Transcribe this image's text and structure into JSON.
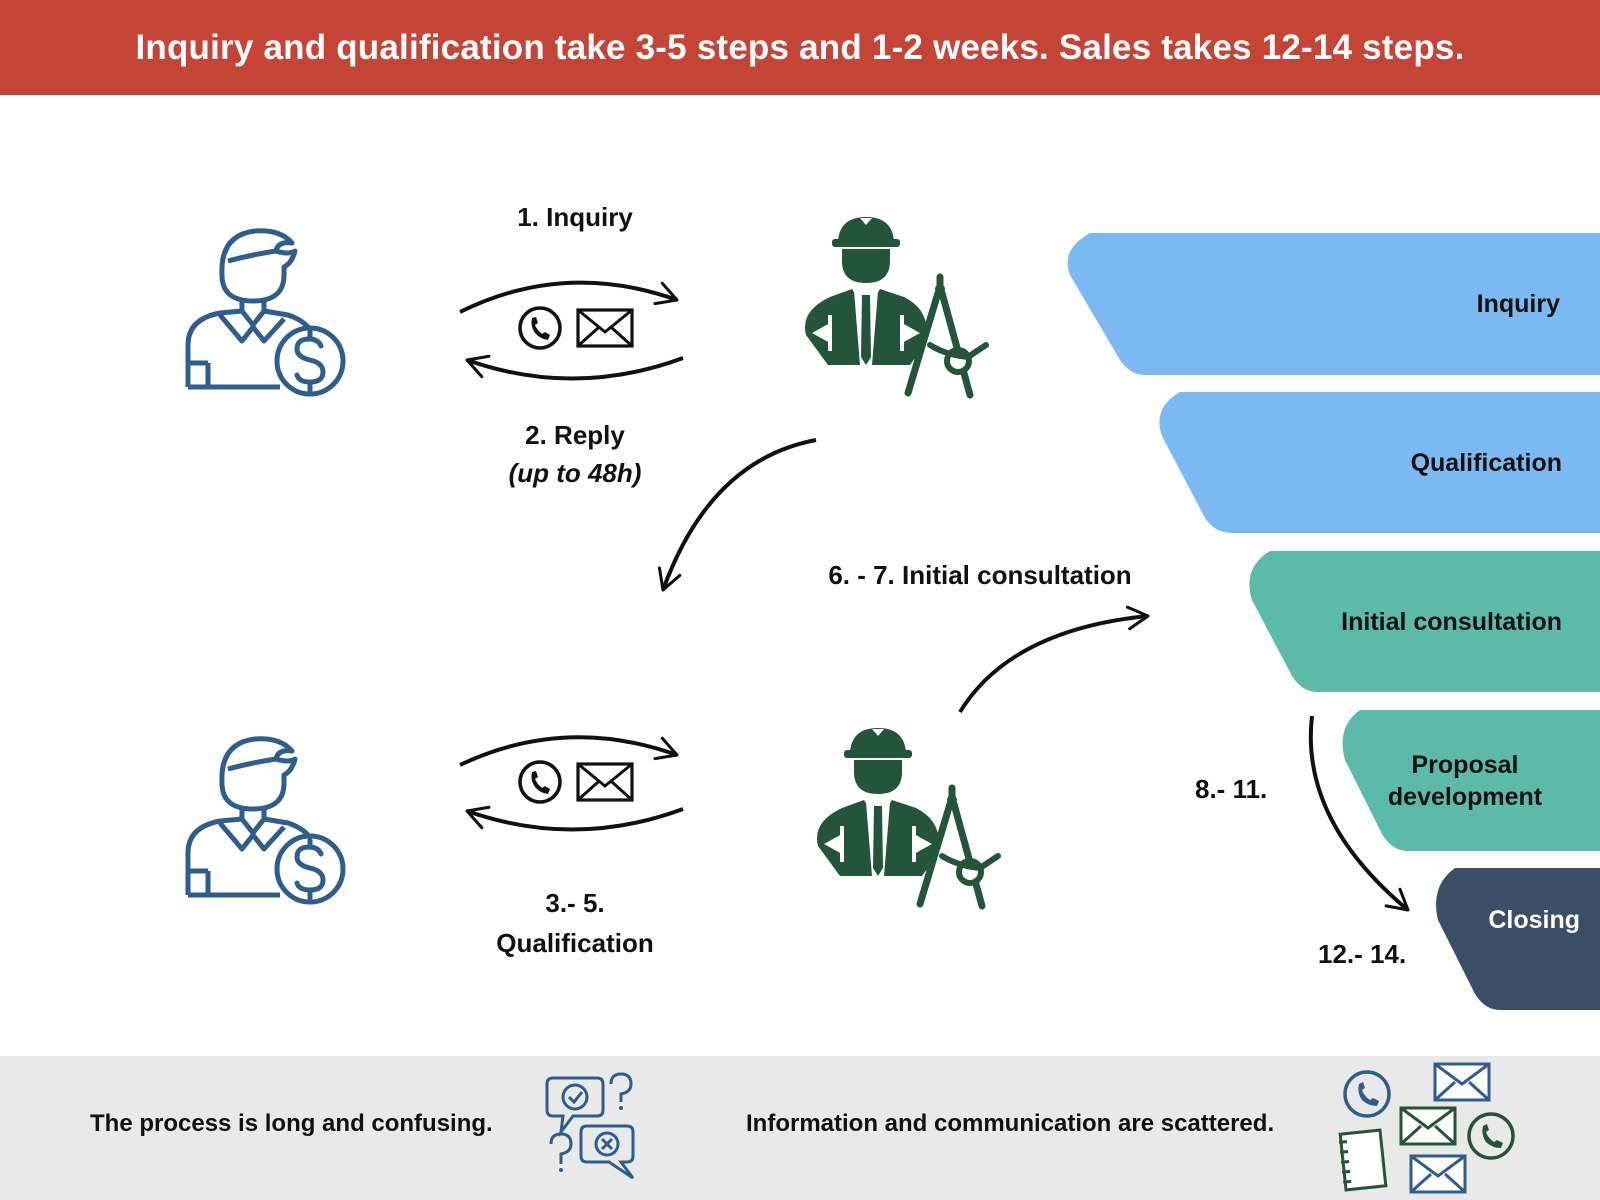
{
  "banner": {
    "title": "Inquiry and qualification take 3-5 steps and 1-2 weeks. Sales takes 12-14 steps."
  },
  "steps": {
    "inquiry": "1. Inquiry",
    "reply": "2. Reply",
    "reply_note": "(up to 48h)",
    "qualification_num": "3.- 5.",
    "qualification": "Qualification",
    "consultation": "6. - 7. Initial consultation",
    "proposal_num": "8.- 11.",
    "closing_num": "12.- 14."
  },
  "funnel": {
    "stages": [
      {
        "label": "Inquiry",
        "color": "#7cb9f2"
      },
      {
        "label": "Qualification",
        "color": "#7cb9f2"
      },
      {
        "label": "Initial consultation",
        "color": "#5cbaaa"
      },
      {
        "label_line1": "Proposal",
        "label_line2": "development",
        "color": "#5cbaaa"
      },
      {
        "label": "Closing",
        "color": "#3a4e66"
      }
    ]
  },
  "footer": {
    "left_text": "The process is long and confusing.",
    "right_text": "Information and communication are scattered."
  },
  "icons": [
    "customer-dollar-icon",
    "engineer-compass-icon",
    "phone-icon",
    "envelope-icon",
    "chat-question-icon",
    "notebook-icon"
  ],
  "colors": {
    "banner": "#c44536",
    "customer": "#2f5d8e",
    "engineer": "#24543a",
    "footer_bg": "#e9e9e9"
  }
}
